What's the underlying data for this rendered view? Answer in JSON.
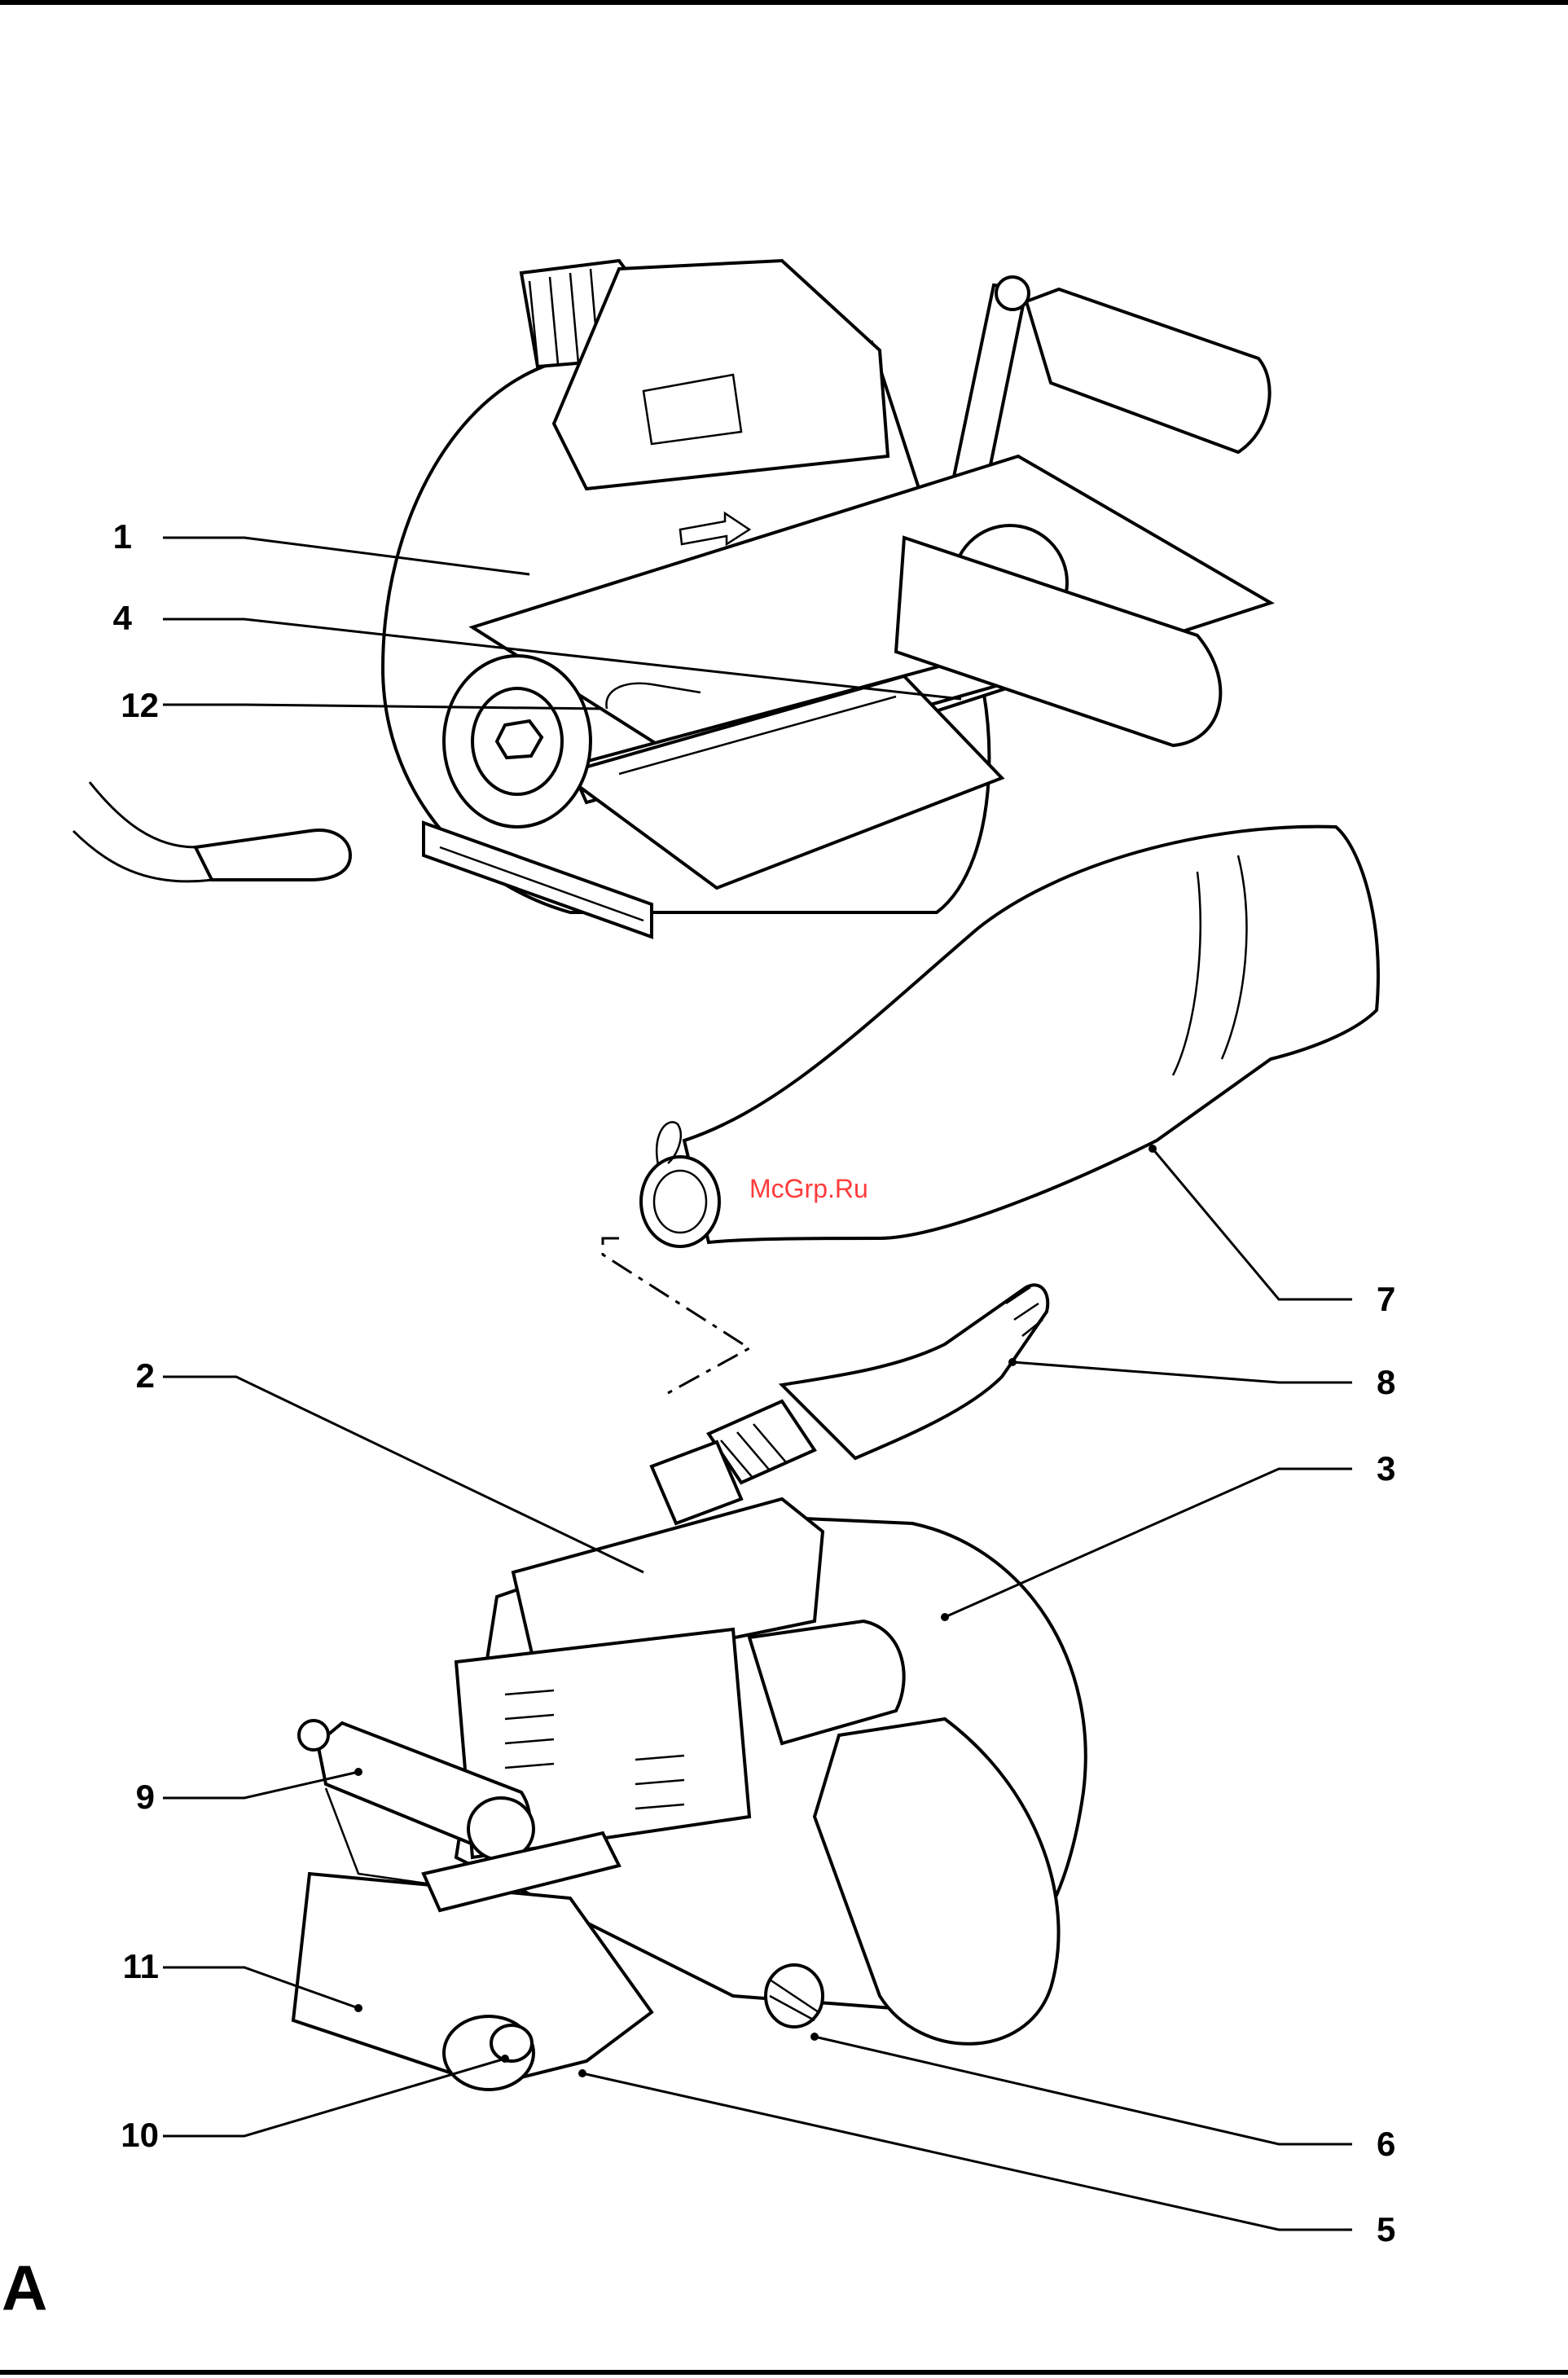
{
  "figure": {
    "letter": "A",
    "watermark": "McGrp.Ru",
    "callouts": [
      {
        "id": "1",
        "side": "left"
      },
      {
        "id": "4",
        "side": "left"
      },
      {
        "id": "12",
        "side": "left"
      },
      {
        "id": "2",
        "side": "left"
      },
      {
        "id": "9",
        "side": "left"
      },
      {
        "id": "11",
        "side": "left"
      },
      {
        "id": "10",
        "side": "left"
      },
      {
        "id": "7",
        "side": "right"
      },
      {
        "id": "8",
        "side": "right"
      },
      {
        "id": "3",
        "side": "right"
      },
      {
        "id": "6",
        "side": "right"
      },
      {
        "id": "5",
        "side": "right"
      }
    ]
  }
}
